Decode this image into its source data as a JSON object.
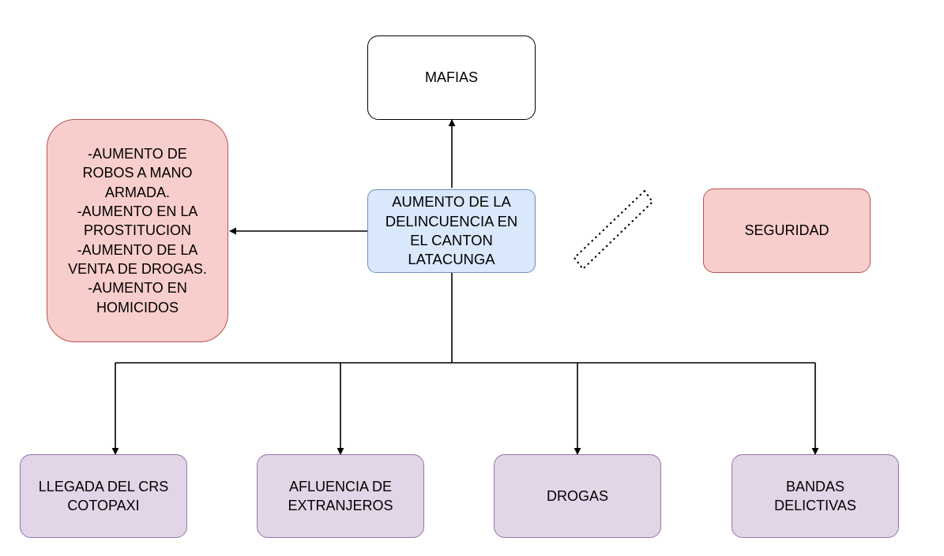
{
  "diagram": {
    "central": {
      "text": "AUMENTO DE LA\nDELINCUENCIA EN\nEL CANTON\nLATACUNGA",
      "fill": "#dae8fc",
      "stroke": "#6c8ebf"
    },
    "top": {
      "text": "MAFIAS",
      "fill": "#ffffff",
      "stroke": "#000000"
    },
    "effects": {
      "text": "-AUMENTO DE\nROBOS A MANO\nARMADA.\n-AUMENTO EN LA\nPROSTITUCION\n-AUMENTO DE LA\nVENTA DE DROGAS.\n-AUMENTO EN\nHOMICIDOS",
      "fill": "#f8cecc",
      "stroke": "#b85450"
    },
    "side": {
      "text": "SEGURIDAD",
      "fill": "#f8cecc",
      "stroke": "#b85450"
    },
    "causes": [
      {
        "text": "LLEGADA DEL CRS\nCOTOPAXI"
      },
      {
        "text": "AFLUENCIA DE\nEXTRANJEROS"
      },
      {
        "text": "DROGAS"
      },
      {
        "text": "BANDAS\nDELICTIVAS"
      }
    ],
    "cause_fill": "#e1d5e7",
    "cause_stroke": "#9673a6"
  }
}
